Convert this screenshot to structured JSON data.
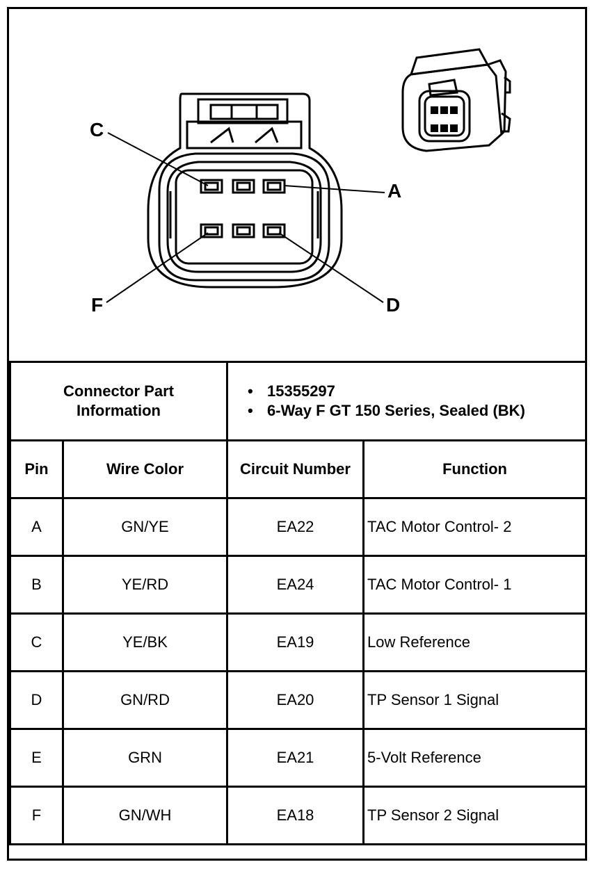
{
  "connector": {
    "pin_labels": {
      "C": "C",
      "A": "A",
      "F": "F",
      "D": "D"
    }
  },
  "info": {
    "label_line1": "Connector Part",
    "label_line2": "Information",
    "bullets": [
      "15355297",
      "6-Way F GT 150 Series, Sealed (BK)"
    ]
  },
  "table": {
    "headers": [
      "Pin",
      "Wire Color",
      "Circuit Number",
      "Function"
    ],
    "rows": [
      [
        "A",
        "GN/YE",
        "EA22",
        "TAC Motor Control- 2"
      ],
      [
        "B",
        "YE/RD",
        "EA24",
        "TAC Motor Control- 1"
      ],
      [
        "C",
        "YE/BK",
        "EA19",
        "Low Reference"
      ],
      [
        "D",
        "GN/RD",
        "EA20",
        "TP Sensor 1 Signal"
      ],
      [
        "E",
        "GRN",
        "EA21",
        "5-Volt Reference"
      ],
      [
        "F",
        "GN/WH",
        "EA18",
        "TP Sensor 2 Signal"
      ]
    ]
  }
}
